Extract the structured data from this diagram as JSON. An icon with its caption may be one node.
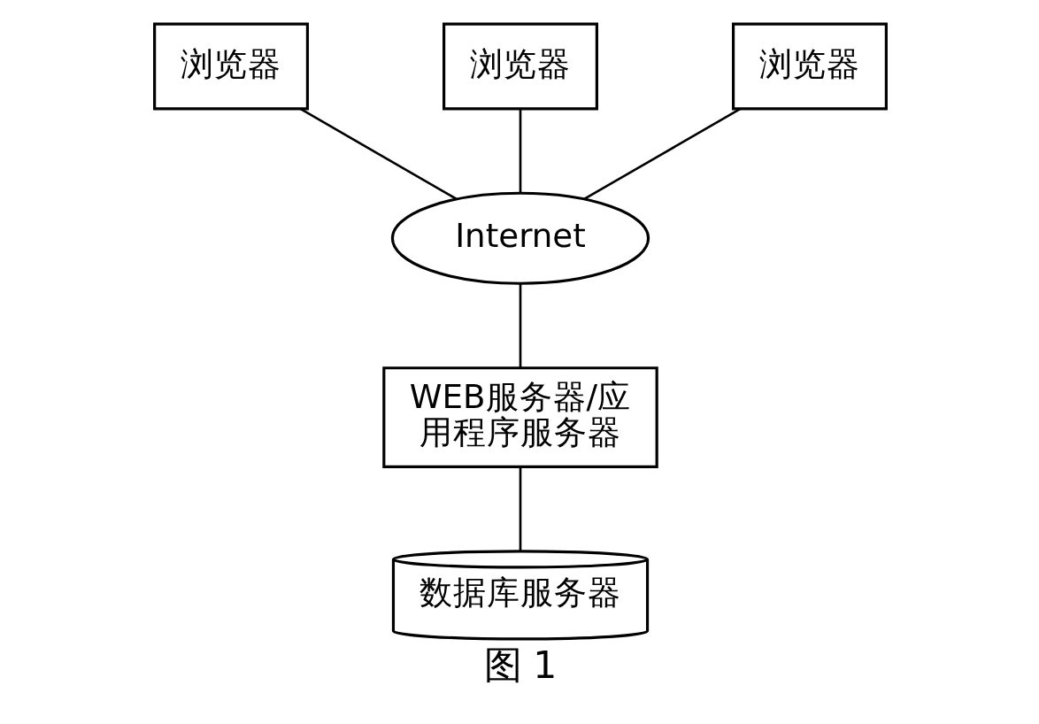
{
  "diagram": {
    "caption": "图 1",
    "nodes": [
      {
        "text": [
          "浏览器"
        ]
      },
      {
        "text": [
          "浏览器"
        ]
      },
      {
        "text": [
          "浏览器"
        ]
      },
      {
        "text": [
          "Internet"
        ]
      },
      {
        "text": [
          "WEB服务器/应用程序服务器"
        ]
      },
      {
        "text": [
          "数据库服务器"
        ]
      }
    ],
    "edges": [
      {
        "from": 0,
        "to": 3,
        "arrow": "none"
      },
      {
        "from": 1,
        "to": 3,
        "arrow": "none"
      },
      {
        "from": 2,
        "to": 3,
        "arrow": "none"
      },
      {
        "from": 3,
        "to": 4,
        "arrow": "none"
      },
      {
        "from": 4,
        "to": 5,
        "arrow": "none"
      }
    ]
  }
}
